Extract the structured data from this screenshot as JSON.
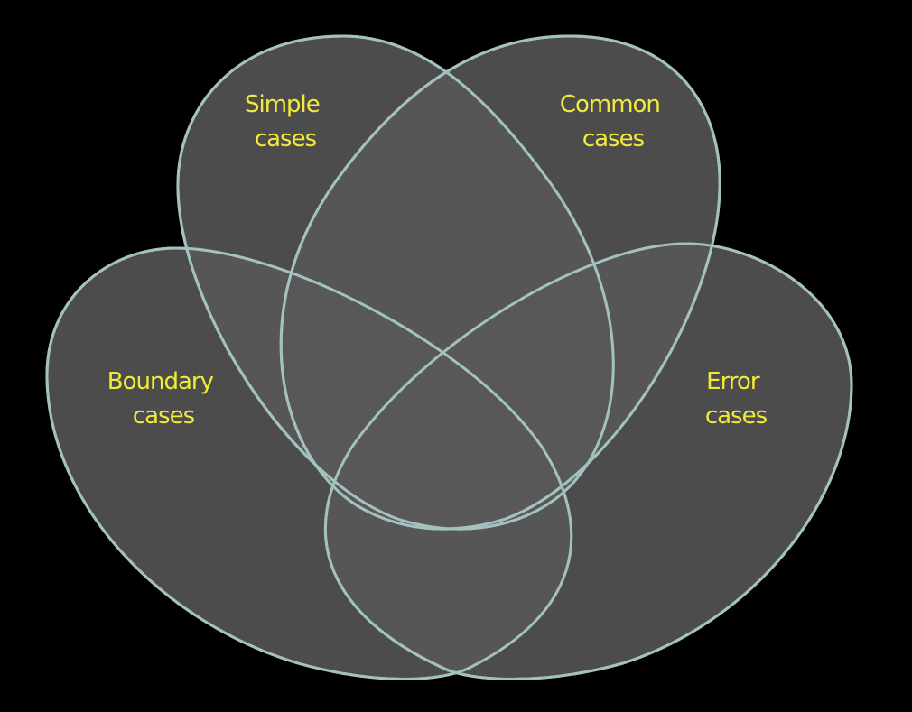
{
  "diagram": {
    "colors": {
      "background": "#000000",
      "set_fill": "#595959",
      "set_stroke": "#a3c2bf",
      "label_text": "#f2ea3a"
    },
    "sets": [
      {
        "id": "simple",
        "line1": "Simple",
        "line2": "cases"
      },
      {
        "id": "common",
        "line1": "Common",
        "line2": "cases"
      },
      {
        "id": "boundary",
        "line1": "Boundary",
        "line2": "cases"
      },
      {
        "id": "error",
        "line1": "Error",
        "line2": "cases"
      }
    ]
  }
}
